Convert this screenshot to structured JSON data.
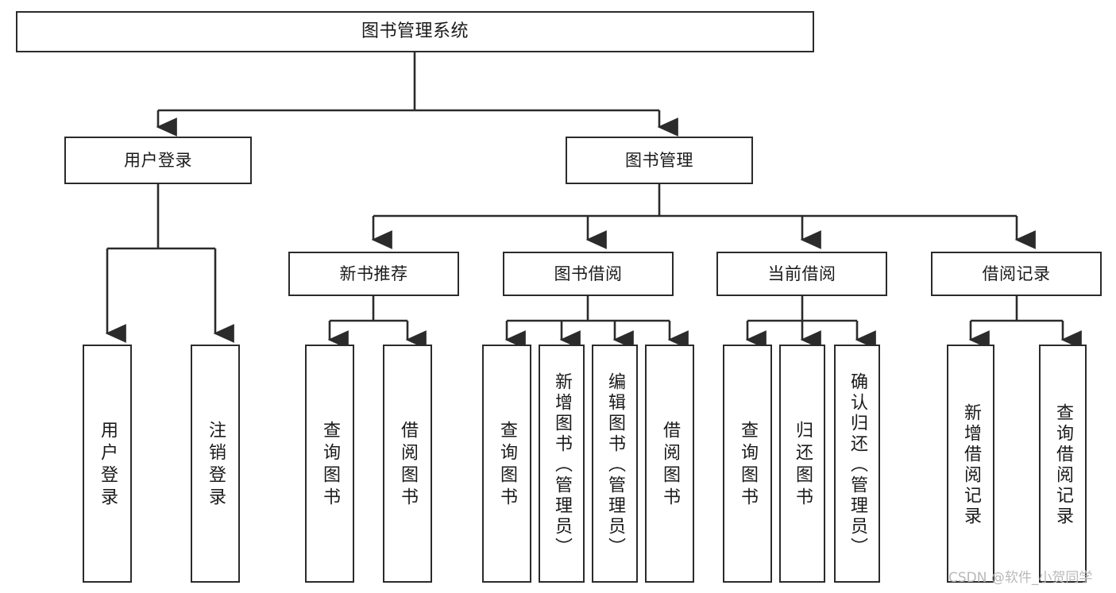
{
  "diagram": {
    "title": "图书管理系统",
    "type": "hierarchy-tree",
    "levels": 4,
    "colors": {
      "box_border": "#2b2b2b",
      "box_fill": "#ffffff",
      "connector": "#2b2b2b",
      "text": "#1a1a1a",
      "watermark": "#b9b9b9",
      "background": "#ffffff"
    }
  },
  "nodes": {
    "root": {
      "label": "图书管理系统"
    },
    "level2": [
      {
        "label": "用户登录"
      },
      {
        "label": "图书管理"
      }
    ],
    "level3": [
      {
        "label": "新书推荐"
      },
      {
        "label": "图书借阅"
      },
      {
        "label": "当前借阅"
      },
      {
        "label": "借阅记录"
      }
    ],
    "leaves": {
      "user_login": [
        {
          "label": "用户登录"
        },
        {
          "label": "注销登录"
        }
      ],
      "new_book_recommend": [
        {
          "label": "查询图书"
        },
        {
          "label": "借阅图书"
        }
      ],
      "book_borrow": [
        {
          "label": "查询图书"
        },
        {
          "label": "新增图书（管理员）"
        },
        {
          "label": "编辑图书（管理员）"
        },
        {
          "label": "借阅图书"
        }
      ],
      "current_borrow": [
        {
          "label": "查询图书"
        },
        {
          "label": "归还图书"
        },
        {
          "label": "确认归还（管理员）"
        }
      ],
      "borrow_record": [
        {
          "label": "新增借阅记录"
        },
        {
          "label": "查询借阅记录"
        }
      ]
    }
  },
  "watermark": {
    "text": "CSDN @软件_小贺同学"
  }
}
